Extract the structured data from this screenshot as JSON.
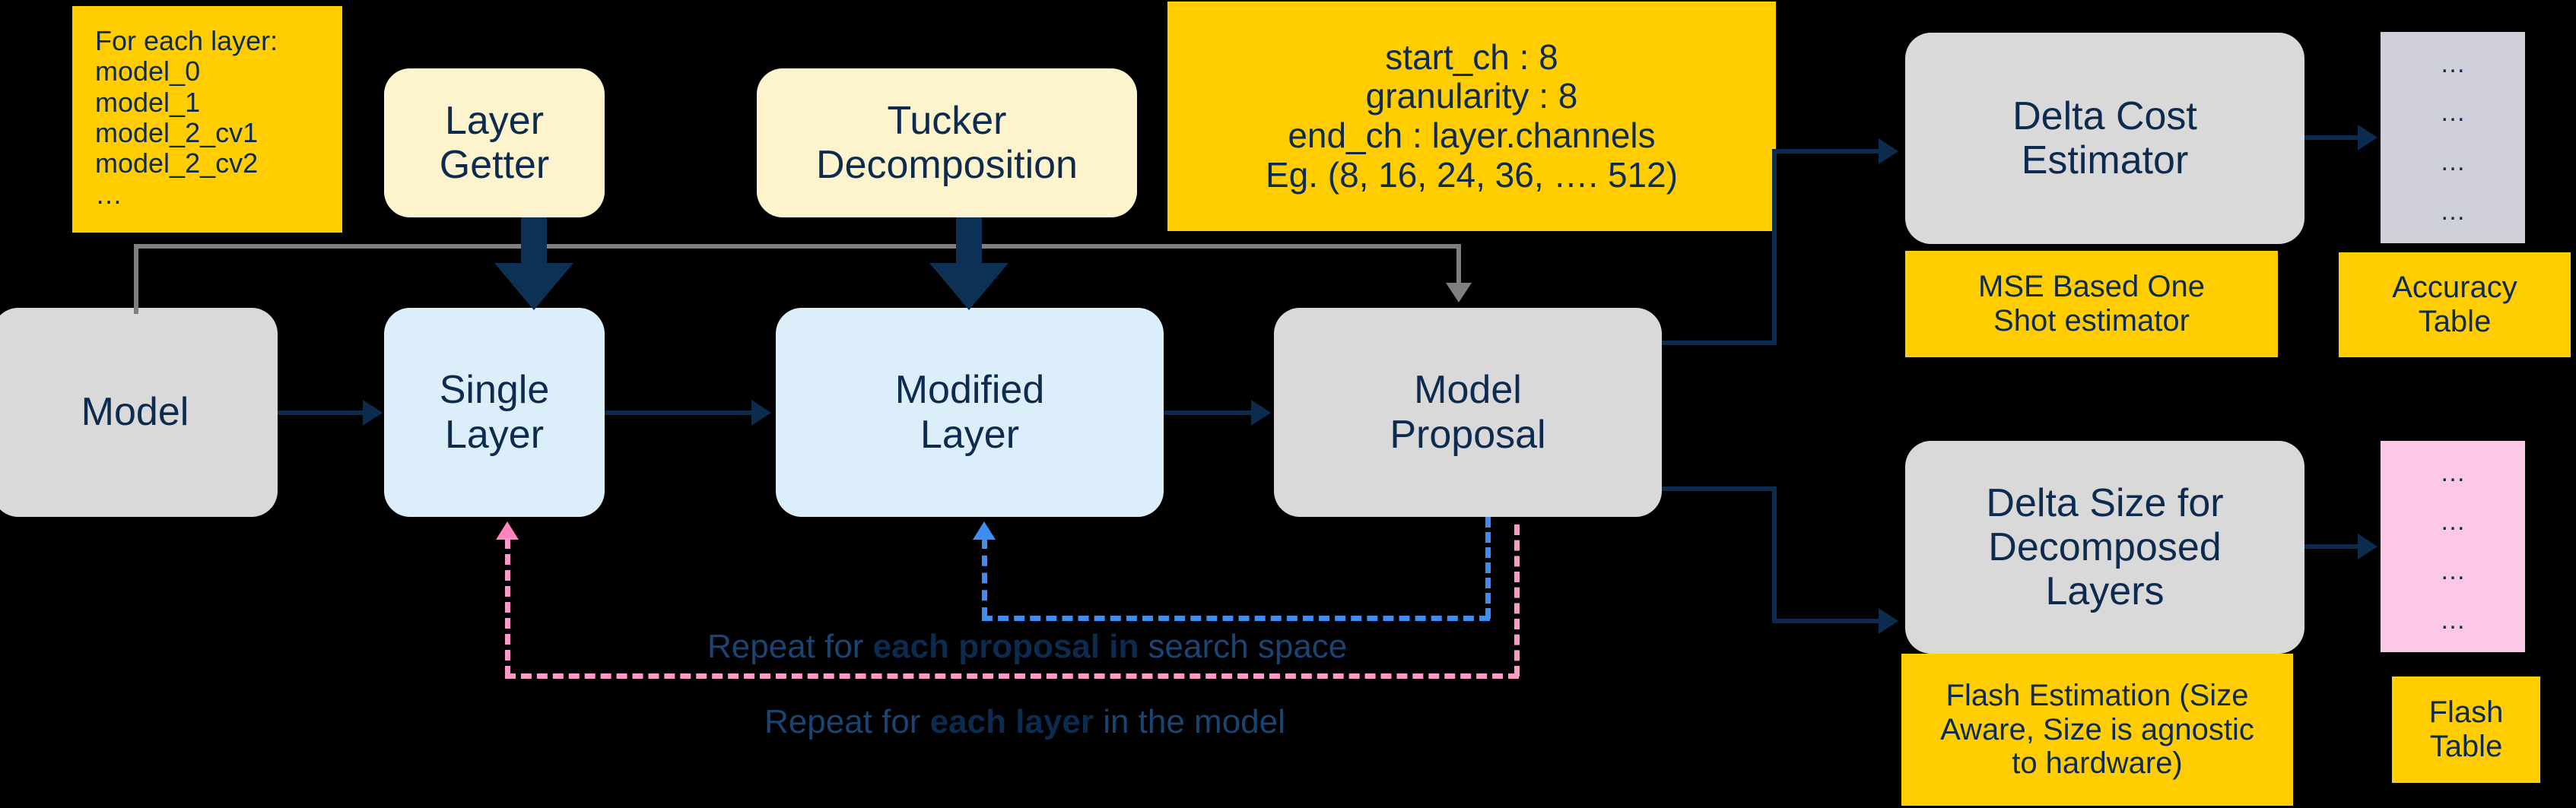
{
  "colors": {
    "navy_text": "#0d2b4e",
    "gray_box": "#d9d9d9",
    "light_blue_box": "#ddeefb",
    "cream_box": "#fdf3cd",
    "yellow_box": "#ffcd00",
    "pink_table": "#fbc9e5",
    "gray_table": "#d0d0da",
    "arrow_navy": "#0d2b4e",
    "arrow_gray": "#7f7f7f",
    "loop_pink": "#ff85bd",
    "loop_blue": "#3d8ef0"
  },
  "notes": {
    "layer_list": "For each layer:\nmodel_0\nmodel_1\nmodel_2_cv1\nmodel_2_cv2\n…",
    "search_space": "start_ch : 8\ngranularity : 8\nend_ch : layer.channels\nEg. (8, 16, 24, 36, …. 512)"
  },
  "modules": {
    "layer_getter": "Layer\nGetter",
    "tucker_decomposition": "Tucker\nDecomposition",
    "model": "Model",
    "single_layer": "Single\nLayer",
    "modified_layer": "Modified\nLayer",
    "model_proposal": "Model\nProposal",
    "delta_cost_estimator": "Delta Cost\nEstimator",
    "delta_size_estimator": "Delta Size for\nDecomposed\nLayers"
  },
  "annotations": {
    "mse_estimator": "MSE Based One\nShot estimator",
    "flash_estimation": "Flash Estimation (Size\nAware, Size is agnostic\nto hardware)",
    "accuracy_table_label": "Accuracy\nTable",
    "flash_table_label": "Flash\nTable"
  },
  "tables": {
    "accuracy_rows": "…\n…\n…\n…",
    "flash_rows": "…\n…\n…\n…"
  },
  "loops": {
    "proposal_prefix": "Repeat for ",
    "proposal_bold": "each proposal in",
    "proposal_suffix": " search space",
    "layer_prefix": "Repeat for ",
    "layer_bold": "each layer",
    "layer_suffix": " in the model"
  }
}
